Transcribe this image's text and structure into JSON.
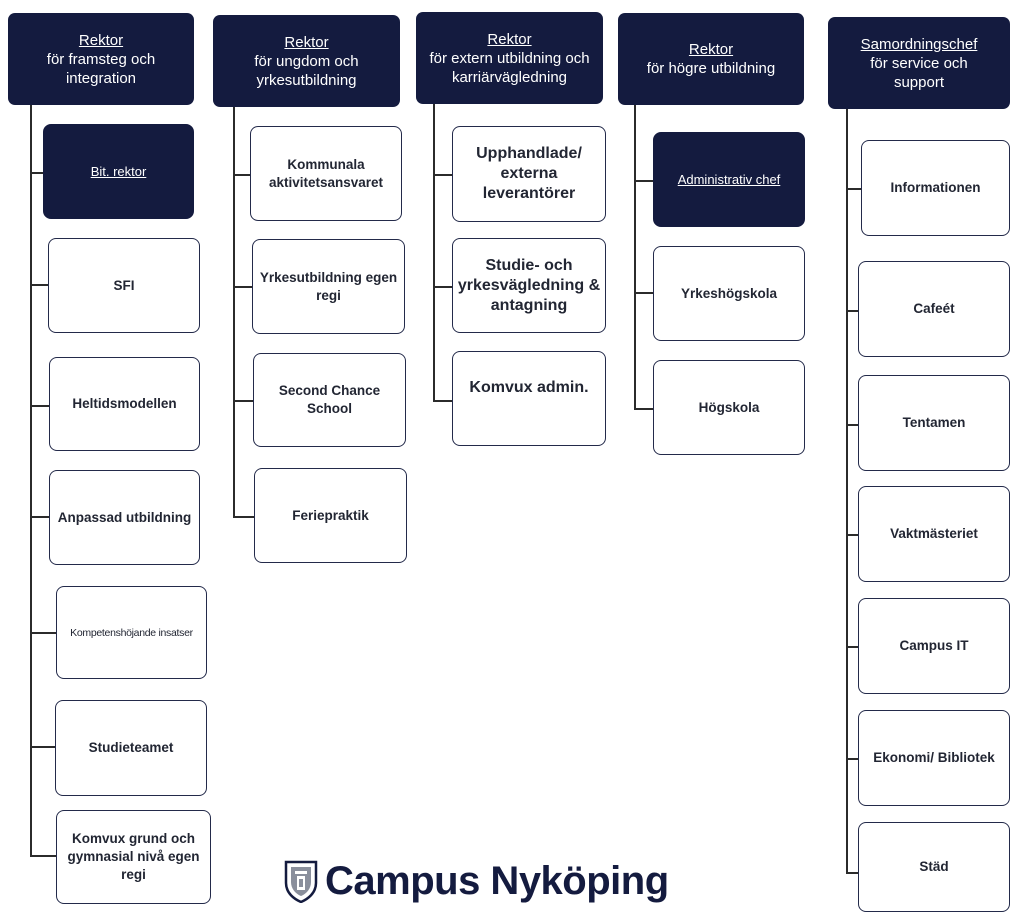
{
  "headers": [
    {
      "title": "Rektor",
      "subtitle": "för framsteg och integration"
    },
    {
      "title": "Rektor",
      "subtitle": "för ungdom och yrkesutbildning"
    },
    {
      "title": "Rektor",
      "subtitle": "för extern utbildning och karriärvägledning"
    },
    {
      "title": "Rektor",
      "subtitle": "för högre utbildning"
    },
    {
      "title": "Samordningschef",
      "subtitle": "för service och support"
    }
  ],
  "columns": [
    {
      "items": [
        "Bit. rektor",
        "SFI",
        "Heltidsmodellen",
        "Anpassad utbildning",
        "Kompetenshöjande insatser",
        "Studieteamet",
        "Komvux grund och gymnasial nivå egen regi"
      ]
    },
    {
      "items": [
        "Kommunala aktivitetsansvaret",
        "Yrkesutbildning egen regi",
        "Second Chance School",
        "Feriepraktik"
      ]
    },
    {
      "items": [
        "Upphandlade/ externa leverantörer",
        "Studie- och yrkesvägledning & antagning",
        "Komvux admin."
      ]
    },
    {
      "items": [
        "Administrativ chef",
        "Yrkeshögskola",
        "Högskola"
      ]
    },
    {
      "items": [
        "Informationen",
        "Cafeét",
        "Tentamen",
        "Vaktmästeriet",
        "Campus IT",
        "Ekonomi/ Bibliotek",
        "Städ"
      ]
    }
  ],
  "logo": {
    "text": "Campus Nyköping",
    "icon": "crest-icon"
  },
  "colors": {
    "header_bg": "#141b3f",
    "box_border": "#232a4a",
    "line": "#2b2b2b"
  }
}
